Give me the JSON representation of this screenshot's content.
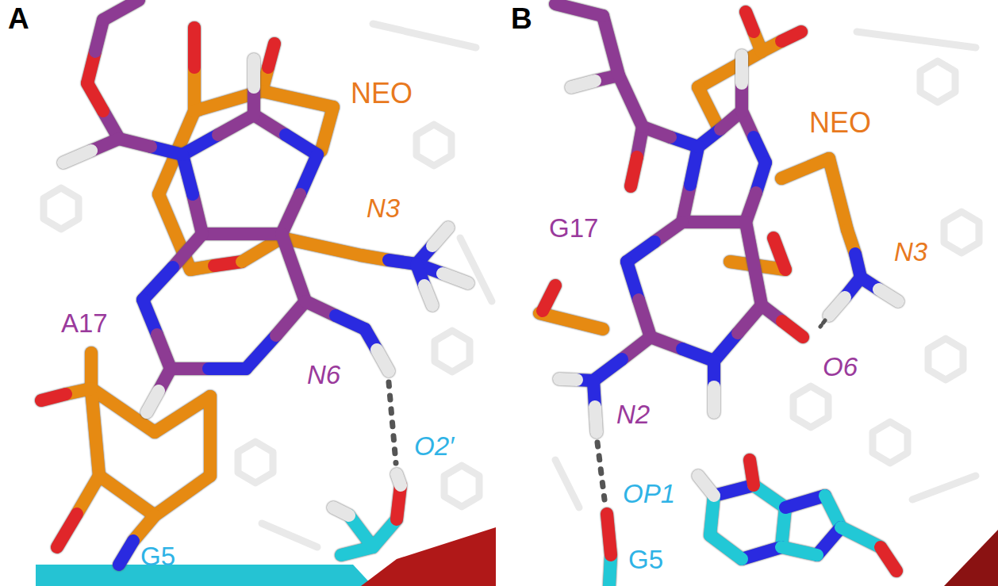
{
  "diagram": {
    "labels": [
      "A",
      "NEO",
      "N3",
      "A17",
      "N6",
      "O2′",
      "G5",
      "B",
      "NEO",
      "G17",
      "N3",
      "O6",
      "N2",
      "OP1",
      "G5"
    ]
  }
}
